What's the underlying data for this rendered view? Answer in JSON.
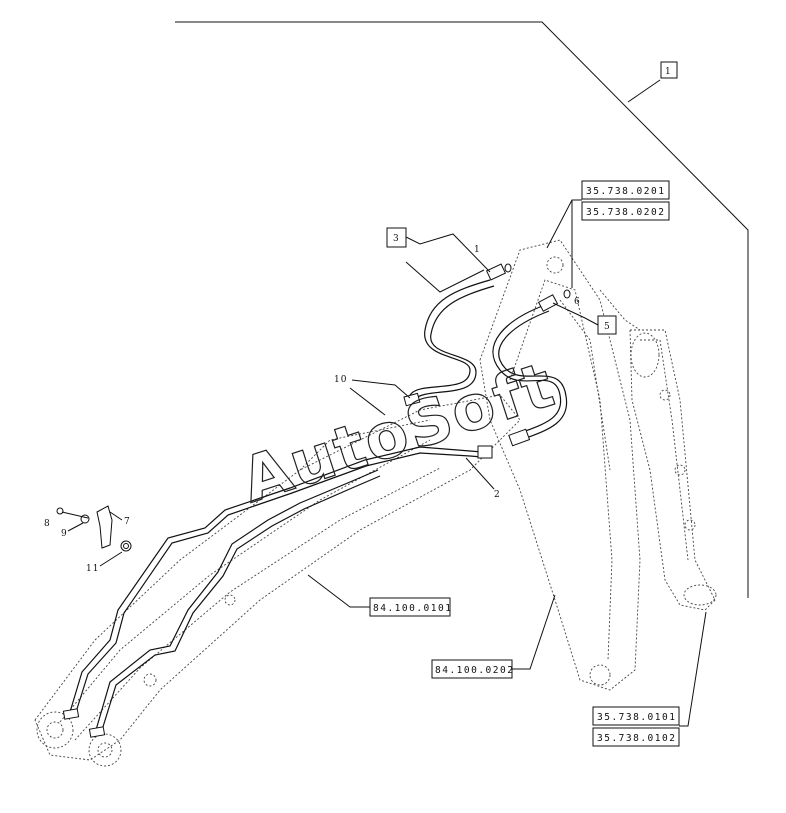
{
  "watermark": "AutoSoft",
  "callouts": {
    "c1": "1",
    "c2": "2",
    "c3": "3",
    "c5": "5",
    "c6": "6",
    "c7": "7",
    "c8": "8",
    "c9": "9",
    "c10": "10",
    "c11": "11",
    "c1b": "1"
  },
  "references": {
    "top_a": "35.738.0201",
    "top_b": "35.738.0202",
    "boom": "84.100.0101",
    "arm": "84.100.0202",
    "bottom_a": "35.738.0101",
    "bottom_b": "35.738.0102"
  }
}
